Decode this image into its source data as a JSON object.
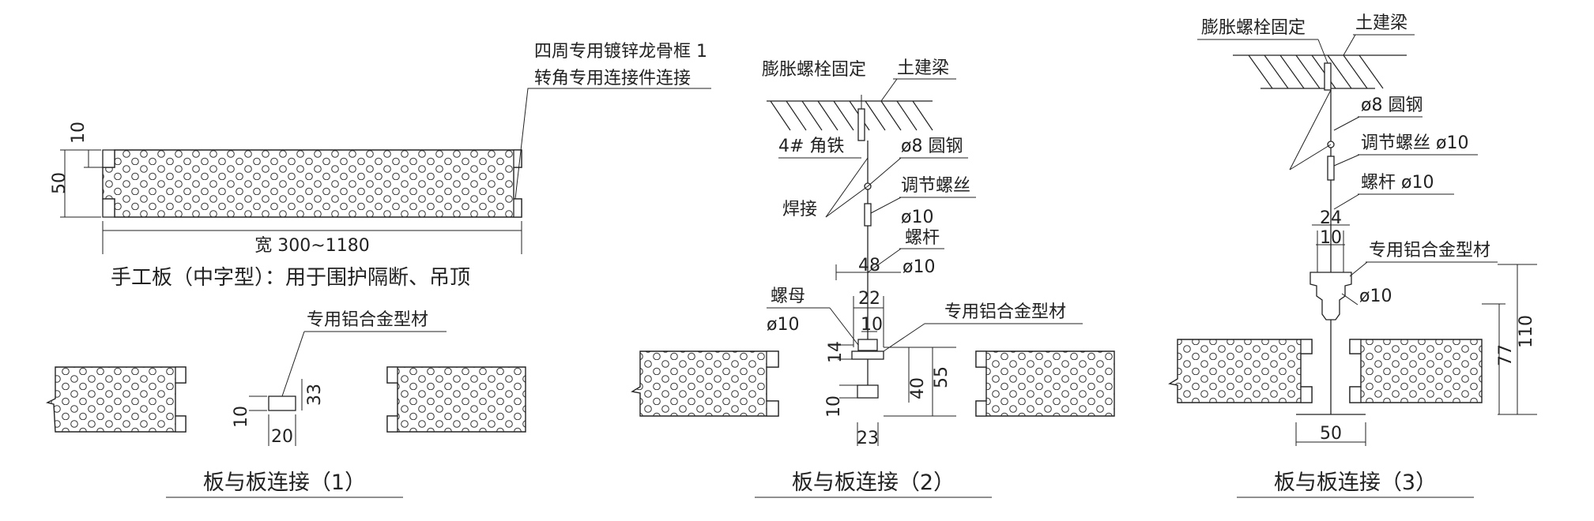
{
  "top_detail": {
    "note_line1": "四周专用镀锌龙骨框 1",
    "note_line2": "转角专用连接件连接",
    "dim_height": "50",
    "dim_tongue": "10",
    "dim_width": "宽 300~1180",
    "caption": "手工板（中字型）：用于围护隔断、吊顶"
  },
  "detail1": {
    "profile_label": "专用铝合金型材",
    "dim_33": "33",
    "dim_10": "10",
    "dim_20": "20",
    "caption": "板与板连接（1）"
  },
  "detail2": {
    "anchor_label": "膨胀螺栓固定",
    "beam_label": "土建梁",
    "angle_label": "4# 角铁",
    "round_bar_label": "ø8 圆钢",
    "weld_label": "焊接",
    "adjust_screw_label": "调节螺丝",
    "adjust_screw_dia": "ø10",
    "bolt_label": "螺杆",
    "bolt_dia": "ø10",
    "nut_label": "螺母",
    "nut_dia": "ø10",
    "profile_label": "专用铝合金型材",
    "dim_48": "48",
    "dim_22": "22",
    "dim_10": "10",
    "dim_14": "14",
    "dim_40": "40",
    "dim_55": "55",
    "dim_10b": "10",
    "dim_23": "23",
    "caption": "板与板连接（2）"
  },
  "detail3": {
    "anchor_label": "膨胀螺栓固定",
    "beam_label": "土建梁",
    "round_bar_label": "ø8 圆钢",
    "adjust_screw_label": "调节螺丝 ø10",
    "bolt_label": "螺杆 ø10",
    "dim_24": "24",
    "dim_10": "10",
    "profile_label": "专用铝合金型材",
    "profile_dia": "ø10",
    "dim_110": "110",
    "dim_77": "77",
    "dim_50": "50",
    "caption": "板与板连接（3）"
  }
}
